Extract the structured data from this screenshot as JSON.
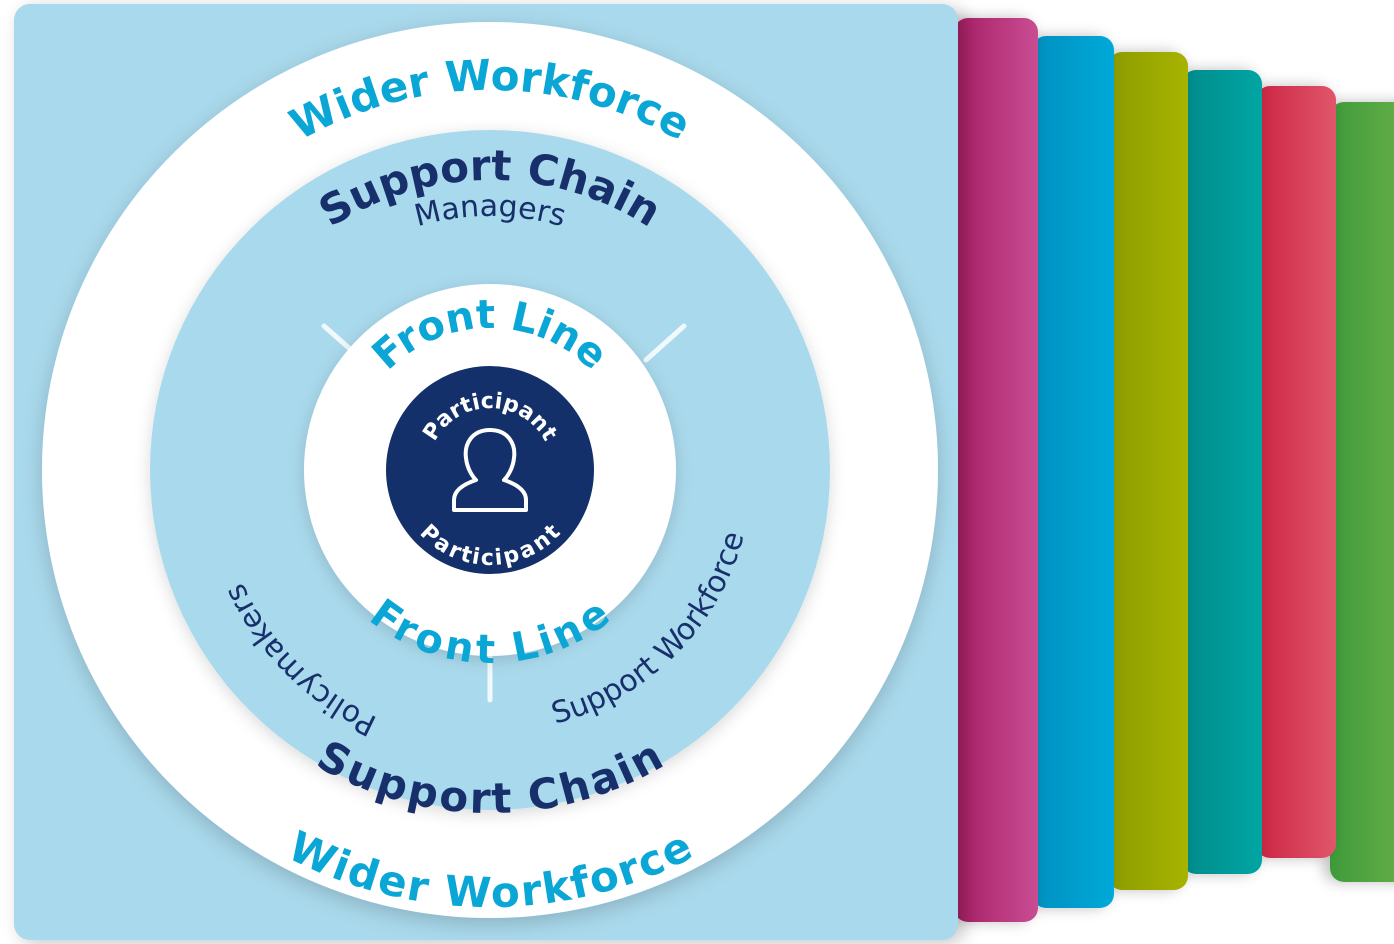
{
  "tabs": [
    {
      "name": "magenta",
      "from": "#a61e63",
      "to": "#c94d94"
    },
    {
      "name": "blue",
      "from": "#0090bf",
      "to": "#00a9d8"
    },
    {
      "name": "olive",
      "from": "#8b9c00",
      "to": "#a8b300"
    },
    {
      "name": "teal",
      "from": "#008b8b",
      "to": "#00a6a3"
    },
    {
      "name": "red",
      "from": "#cc2443",
      "to": "#e0566b"
    },
    {
      "name": "green",
      "from": "#3f9a3a",
      "to": "#6cb34d"
    }
  ],
  "diagram": {
    "wider_workforce_top": "Wider Workforce",
    "wider_workforce_bottom": "Wider Workforce",
    "support_chain_top": "Support Chain",
    "support_chain_bottom": "Support Chain",
    "managers": "Managers",
    "policymakers": "Policymakers",
    "support_workforce": "Support Workforce",
    "front_line_top": "Front Line",
    "front_line_bottom": "Front Line",
    "participant_top": "Participant",
    "participant_bottom": "Participant"
  },
  "colors": {
    "card_bg": "#a9d9ec",
    "ring_white": "#ffffff",
    "accent_cyan": "#0aa6d6",
    "navy": "#17306b",
    "center_navy": "#14306a"
  }
}
